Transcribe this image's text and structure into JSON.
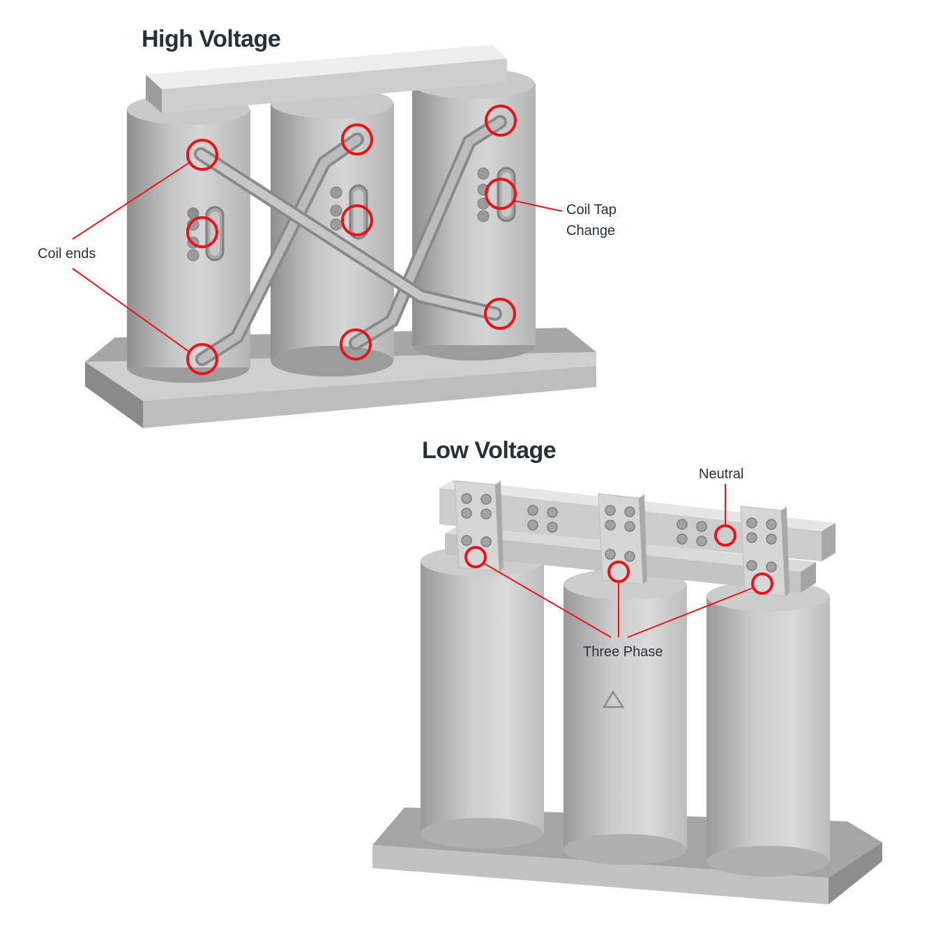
{
  "high_voltage": {
    "title": "High Voltage",
    "labels": {
      "coil_ends": "Coil ends",
      "coil_tap_line1": "Coil Tap",
      "coil_tap_line2": "Change"
    }
  },
  "low_voltage": {
    "title": "Low Voltage",
    "labels": {
      "neutral": "Neutral",
      "three_phase": "Three Phase"
    }
  },
  "colors": {
    "title_text": "#263238",
    "highlight": "#e8141b",
    "metal_light": "#d9d9d9",
    "metal_dark": "#8e8e8e"
  },
  "icons": {
    "delta_symbol": "triangle-outline-icon"
  }
}
